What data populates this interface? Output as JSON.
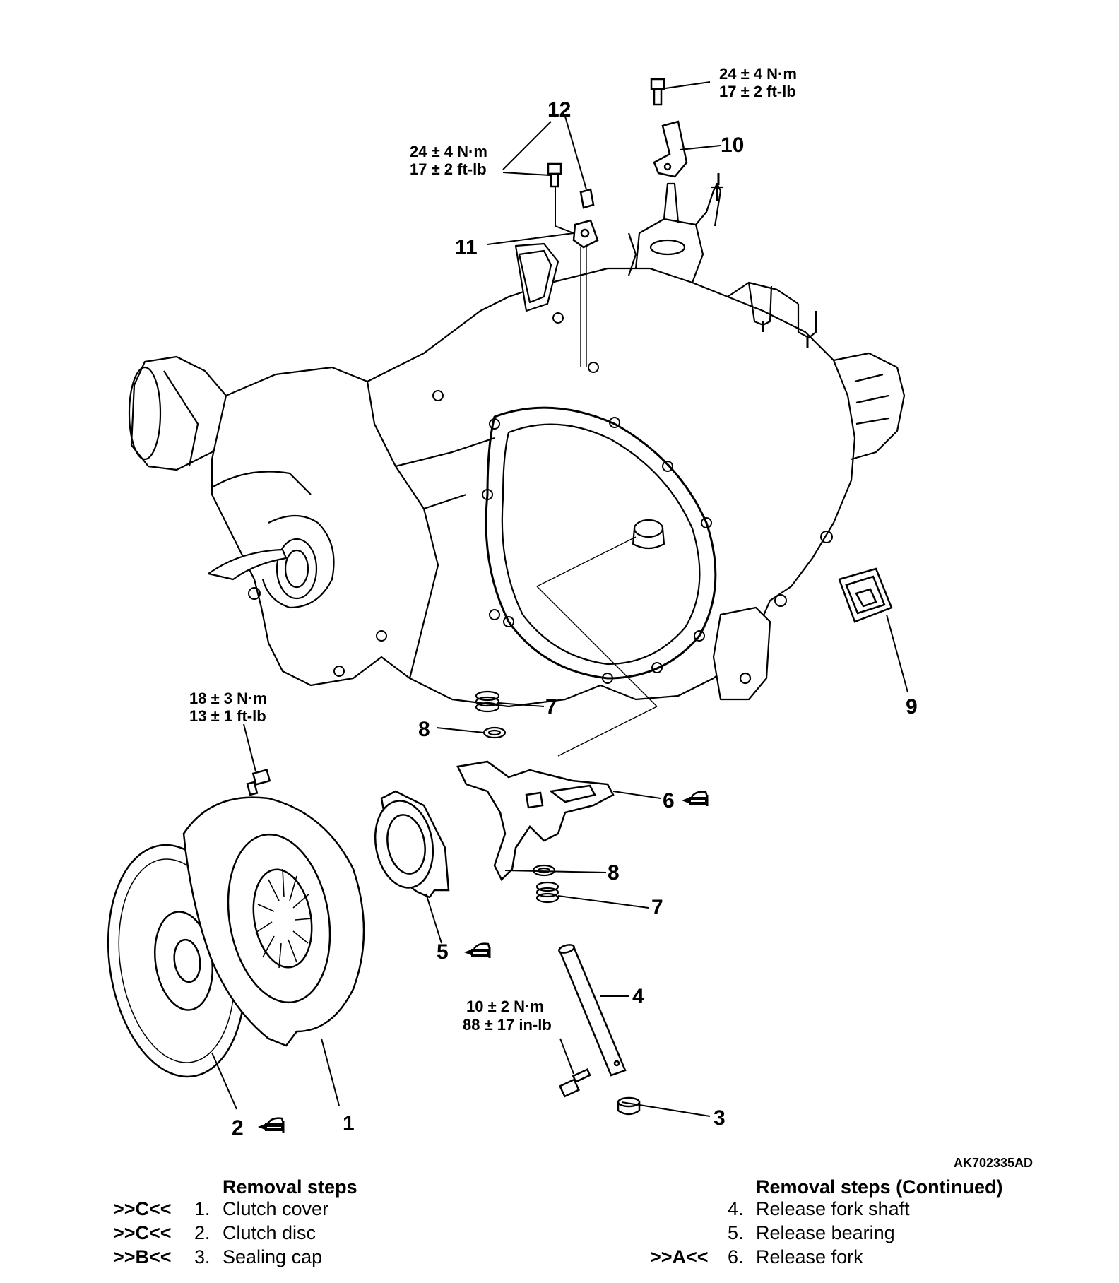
{
  "diagram_code": "AK702335AD",
  "callouts": [
    "1",
    "2",
    "3",
    "4",
    "5",
    "6",
    "7",
    "8",
    "9",
    "10",
    "11",
    "12",
    "7",
    "8"
  ],
  "torques": {
    "t_top": [
      "24 ± 4 N·m",
      "17 ± 2 ft-lb"
    ],
    "t_mid": [
      "24 ± 4 N·m",
      "17 ± 2 ft-lb"
    ],
    "t_cover": [
      "18 ± 3 N·m",
      "13 ± 1 ft-lb"
    ],
    "t_shaft": [
      "10 ± 2 N·m",
      "88 ± 17 in-lb"
    ]
  },
  "lubricant_icon": "grease-gun-icon",
  "steps_left": {
    "title": "Removal steps",
    "items": [
      {
        "code": ">>C<<",
        "num": "1.",
        "text": "Clutch cover"
      },
      {
        "code": ">>C<<",
        "num": "2.",
        "text": "Clutch disc"
      },
      {
        "code": ">>B<<",
        "num": "3.",
        "text": "Sealing cap"
      }
    ]
  },
  "steps_right": {
    "title": "Removal steps (Continued)",
    "items": [
      {
        "code": "",
        "num": "4.",
        "text": "Release fork shaft"
      },
      {
        "code": "",
        "num": "5.",
        "text": "Release bearing"
      },
      {
        "code": ">>A<<",
        "num": "6.",
        "text": "Release fork"
      }
    ]
  }
}
